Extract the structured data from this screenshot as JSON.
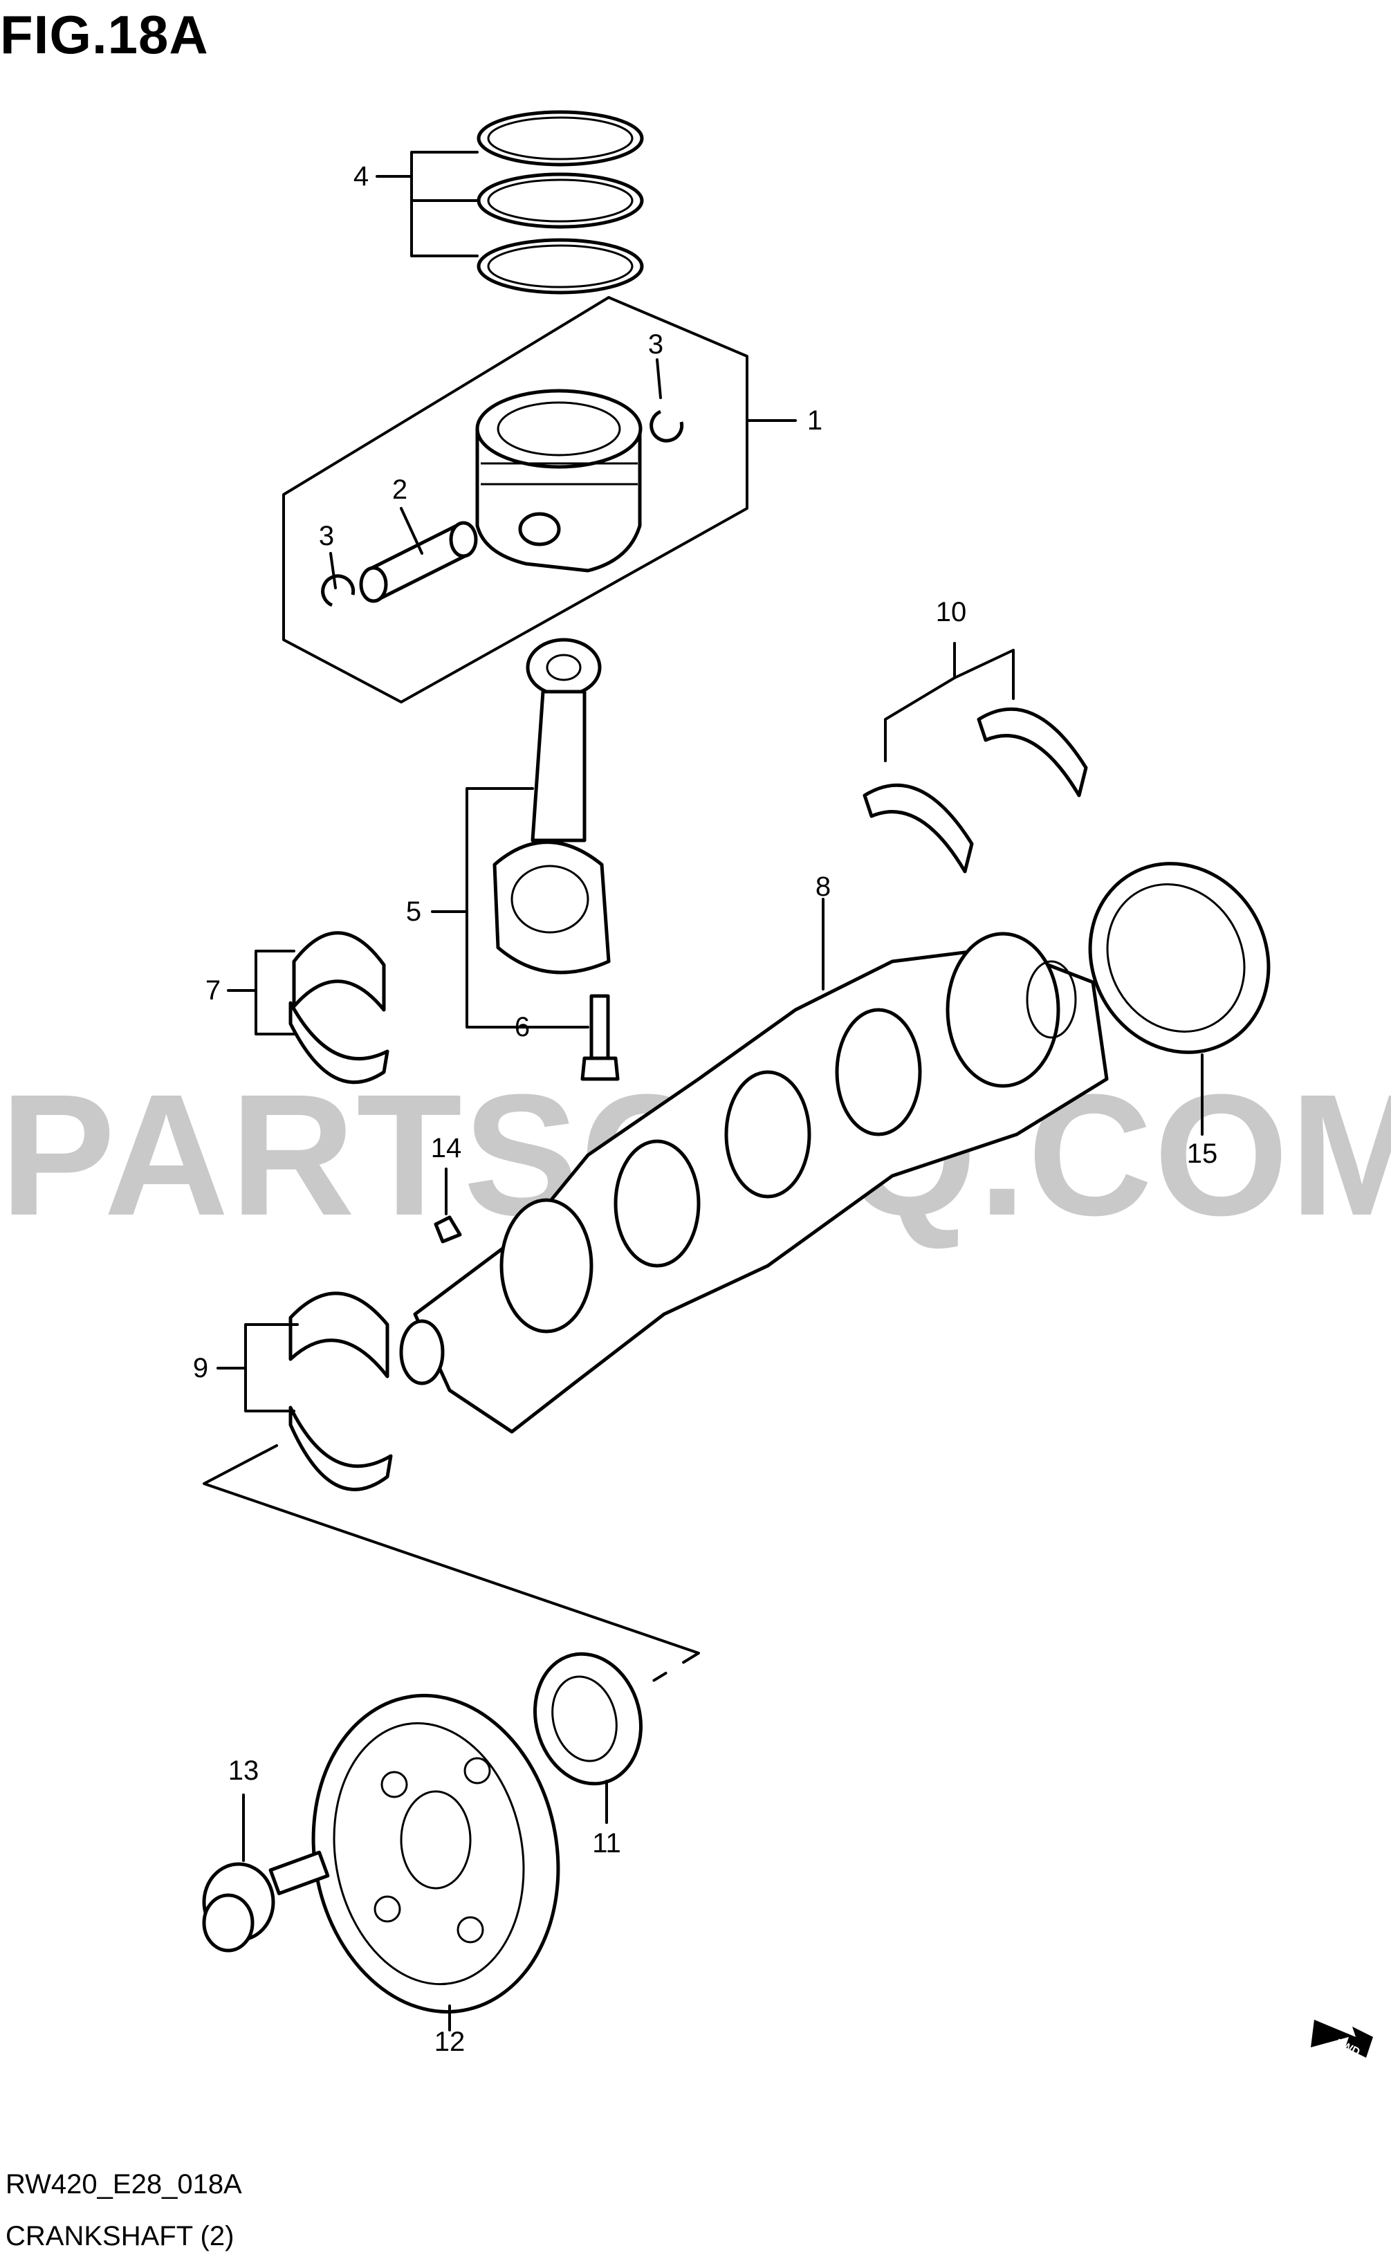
{
  "figure": {
    "title": "FIG.18A",
    "watermark": "PARTSOUQ.COM",
    "code": "RW420_E28_018A",
    "caption": "CRANKSHAFT (2)",
    "fwd_label": "FWD"
  },
  "callouts": {
    "c1": "1",
    "c2": "2",
    "c3a": "3",
    "c3b": "3",
    "c4": "4",
    "c5": "5",
    "c6": "6",
    "c7": "7",
    "c8": "8",
    "c9": "9",
    "c10": "10",
    "c11": "11",
    "c12": "12",
    "c13": "13",
    "c14": "14",
    "c15": "15"
  },
  "icons": [
    "piston-ring",
    "piston",
    "piston-pin",
    "snap-ring",
    "connecting-rod",
    "rod-bolt",
    "bearing-shell",
    "crankshaft",
    "thrust-washer",
    "oil-seal",
    "crank-pulley",
    "pulley-bolt",
    "woodruff-key",
    "fwd-arrow"
  ]
}
